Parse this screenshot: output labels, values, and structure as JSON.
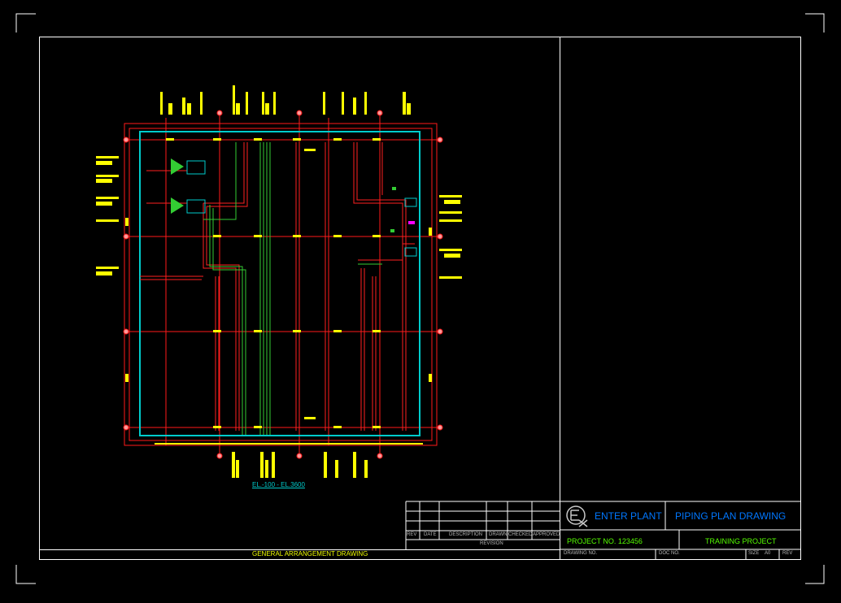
{
  "drawing": {
    "elevation_label": "EL.-100 - EL.3600",
    "general_label": "GENERAL ARRANGEMENT DRAWING"
  },
  "revision_table": {
    "headers": [
      "REV",
      "DATE",
      "DESCRIPTION",
      "DRAWN",
      "CHECKED",
      "APPROVED"
    ],
    "footer": "REVISION"
  },
  "title_block": {
    "company": "ENTER PLANT",
    "drawing_title": "PIPING PLAN DRAWING",
    "project_no": "PROJECT NO. 123456",
    "project_name": "TRAINING PROJECT",
    "drawing_no_label": "DRAWING NO.",
    "doc_no_label": "DOC NO.",
    "size_label": "SIZE",
    "size_value": "A0",
    "rev_label": "REV"
  },
  "colors": {
    "border": "#ffffff",
    "pipe_red": "#ff1a1a",
    "pipe_green": "#33cc33",
    "boundary_cyan": "#00cccc",
    "tag_yellow": "#ffff00",
    "title_blue": "#0077ff",
    "info_green": "#55ff00"
  }
}
